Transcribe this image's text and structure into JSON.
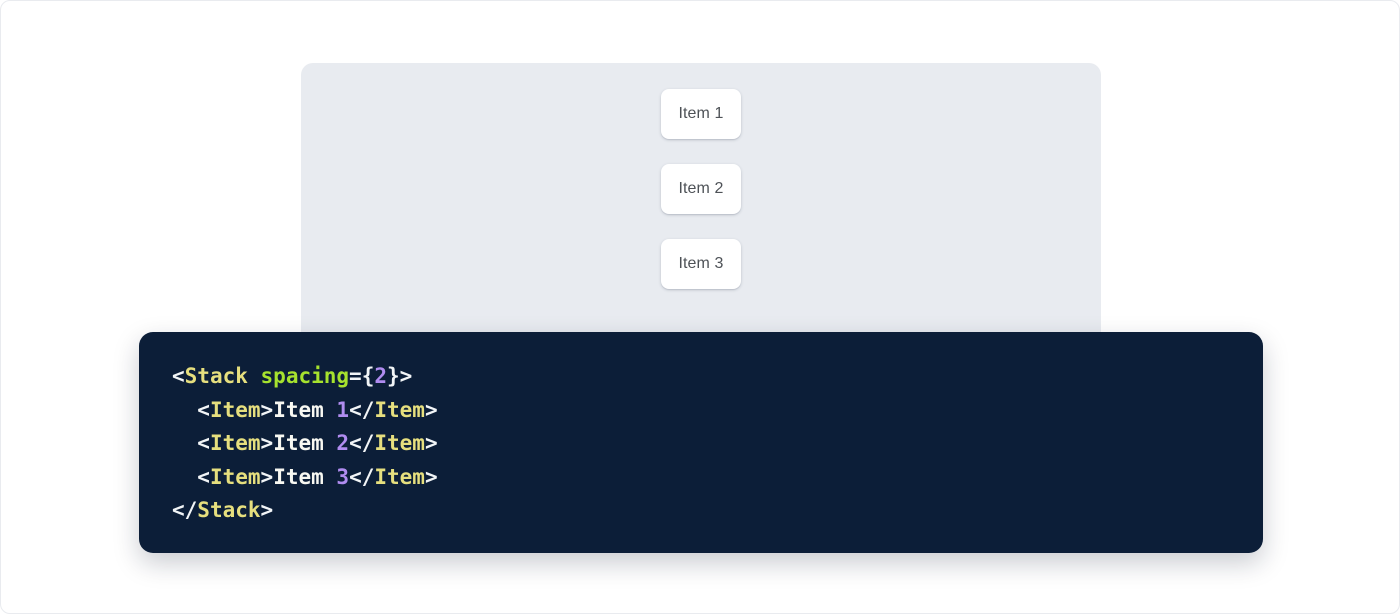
{
  "page": {
    "background_color": "#ffffff",
    "border_color": "#e9ebef"
  },
  "demo_panel": {
    "background_color": "#e8ebf0",
    "items": [
      {
        "label": "Item 1"
      },
      {
        "label": "Item 2"
      },
      {
        "label": "Item 3"
      }
    ]
  },
  "code_block": {
    "background_color": "#0c1e38",
    "language": "jsx",
    "colors": {
      "punctuation": "#f2f5f7",
      "tag": "#e6df7e",
      "attribute": "#a6e22e",
      "number": "#b08cf0",
      "text": "#f8f8f2"
    },
    "lines": [
      {
        "indent": "",
        "tokens": [
          {
            "t": "punct",
            "v": "<"
          },
          {
            "t": "tag",
            "v": "Stack"
          },
          {
            "t": "text",
            "v": " "
          },
          {
            "t": "attr",
            "v": "spacing"
          },
          {
            "t": "punct",
            "v": "={"
          },
          {
            "t": "num",
            "v": "2"
          },
          {
            "t": "punct",
            "v": "}>"
          }
        ]
      },
      {
        "indent": "  ",
        "tokens": [
          {
            "t": "punct",
            "v": "<"
          },
          {
            "t": "tag",
            "v": "Item"
          },
          {
            "t": "punct",
            "v": ">"
          },
          {
            "t": "text",
            "v": "Item "
          },
          {
            "t": "num",
            "v": "1"
          },
          {
            "t": "punct",
            "v": "</"
          },
          {
            "t": "tag",
            "v": "Item"
          },
          {
            "t": "punct",
            "v": ">"
          }
        ]
      },
      {
        "indent": "  ",
        "tokens": [
          {
            "t": "punct",
            "v": "<"
          },
          {
            "t": "tag",
            "v": "Item"
          },
          {
            "t": "punct",
            "v": ">"
          },
          {
            "t": "text",
            "v": "Item "
          },
          {
            "t": "num",
            "v": "2"
          },
          {
            "t": "punct",
            "v": "</"
          },
          {
            "t": "tag",
            "v": "Item"
          },
          {
            "t": "punct",
            "v": ">"
          }
        ]
      },
      {
        "indent": "  ",
        "tokens": [
          {
            "t": "punct",
            "v": "<"
          },
          {
            "t": "tag",
            "v": "Item"
          },
          {
            "t": "punct",
            "v": ">"
          },
          {
            "t": "text",
            "v": "Item "
          },
          {
            "t": "num",
            "v": "3"
          },
          {
            "t": "punct",
            "v": "</"
          },
          {
            "t": "tag",
            "v": "Item"
          },
          {
            "t": "punct",
            "v": ">"
          }
        ]
      },
      {
        "indent": "",
        "tokens": [
          {
            "t": "punct",
            "v": "</"
          },
          {
            "t": "tag",
            "v": "Stack"
          },
          {
            "t": "punct",
            "v": ">"
          }
        ]
      }
    ]
  }
}
